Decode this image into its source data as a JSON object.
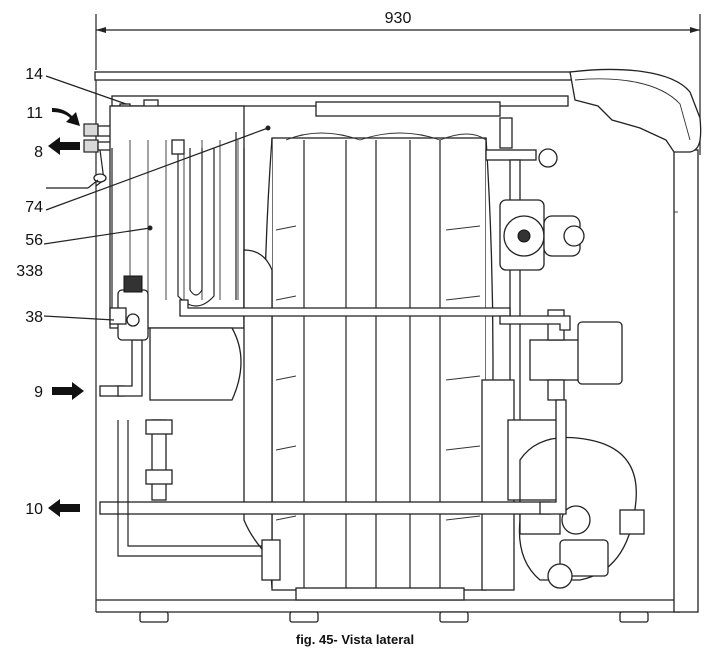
{
  "dimension": {
    "width_label": "930"
  },
  "callouts": [
    {
      "id": "14",
      "label": "14"
    },
    {
      "id": "11",
      "label": "11"
    },
    {
      "id": "8",
      "label": "8"
    },
    {
      "id": "74",
      "label": "74"
    },
    {
      "id": "56",
      "label": "56"
    },
    {
      "id": "338",
      "label": "338"
    },
    {
      "id": "38",
      "label": "38"
    },
    {
      "id": "9",
      "label": "9"
    },
    {
      "id": "10",
      "label": "10"
    }
  ],
  "caption": "fig. 45- Vista lateral"
}
